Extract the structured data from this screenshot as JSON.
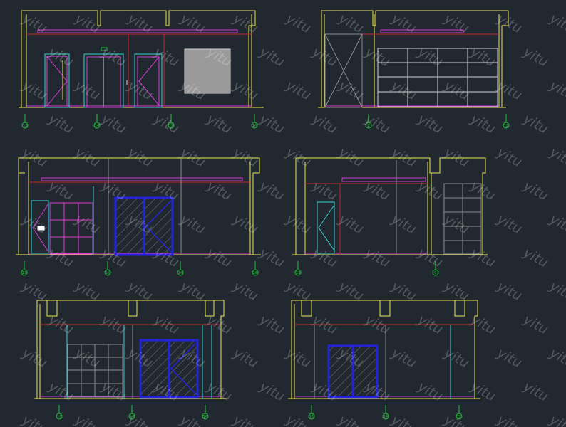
{
  "drawing": {
    "background": "#212830",
    "colors": {
      "wall": "#e6e64a",
      "magenta": "#d43ad4",
      "red": "#c0282a",
      "cyan": "#3ccfcf",
      "blue": "#2323d8",
      "grey": "#8a8a8a",
      "white": "#cfcfcf",
      "green": "#22c23a"
    },
    "watermark_text": "yitu"
  },
  "elevations": [
    {
      "id": "elevation-1",
      "markers": [
        "13",
        "14",
        "15",
        "16"
      ]
    },
    {
      "id": "elevation-2",
      "markers": [
        "C",
        "12"
      ]
    },
    {
      "id": "elevation-3",
      "markers": [
        "13",
        "15",
        "14",
        "16"
      ]
    },
    {
      "id": "elevation-4",
      "markers": [
        "13",
        "C"
      ]
    },
    {
      "id": "elevation-5",
      "markers": [
        "17",
        "14",
        "16"
      ]
    },
    {
      "id": "elevation-6",
      "markers": [
        "16",
        "14",
        "15"
      ]
    }
  ]
}
